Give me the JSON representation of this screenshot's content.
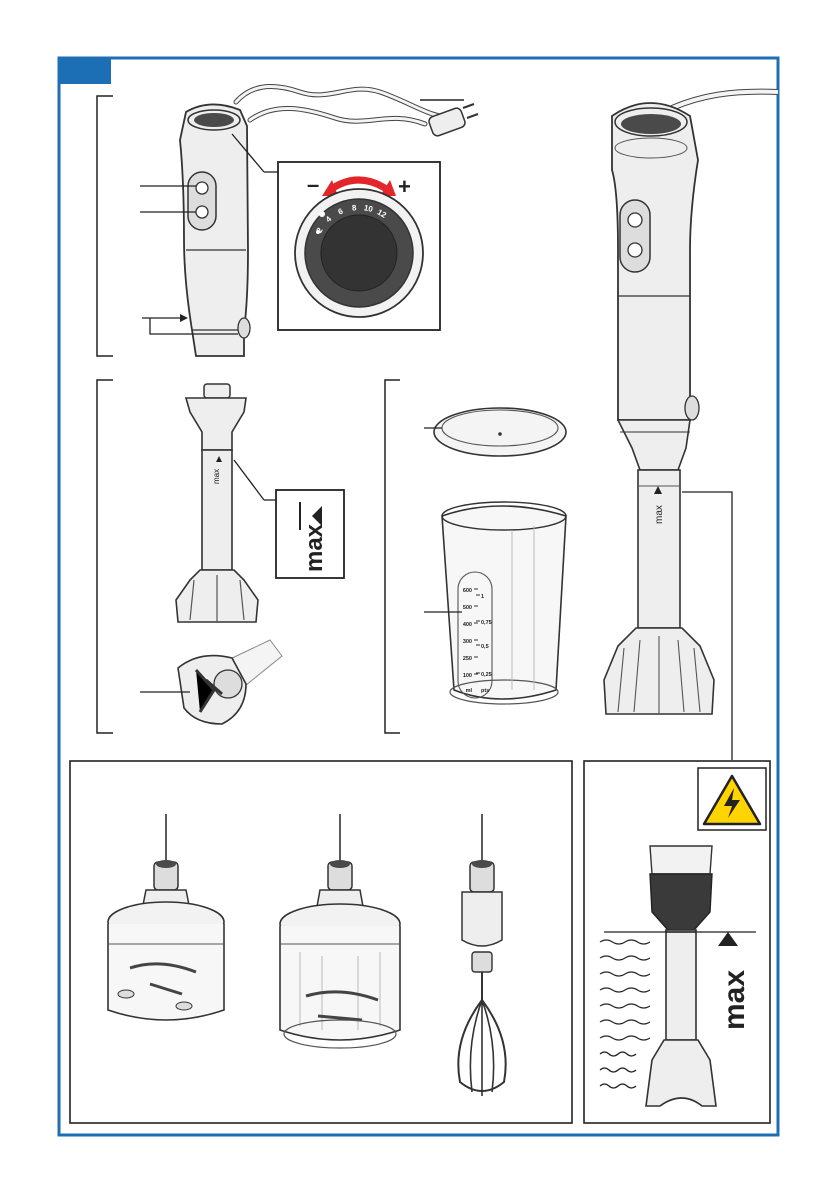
{
  "colors": {
    "frame": "#1d6fb5",
    "device": "#eeeeee",
    "device_stroke": "#333333",
    "dial_dark": "#4a4a4a",
    "arrow_red": "#e3262a",
    "warning_yellow": "#ffd400"
  },
  "dial": {
    "minus": "–",
    "plus": "+",
    "speeds": [
      "2",
      "4",
      "6",
      "8",
      "10",
      "12"
    ]
  },
  "max_label": "max",
  "measuring_cup": {
    "ml_marks": [
      "600",
      "500",
      "400",
      "300",
      "250",
      "100"
    ],
    "pt_marks": [
      "1",
      "0,75",
      "0,5",
      "0,25"
    ],
    "ml_unit": "ml",
    "pt_unit": "pts"
  },
  "icons": [
    "warning-electric-icon",
    "water-waves-icon",
    "max-arrow-icon"
  ]
}
